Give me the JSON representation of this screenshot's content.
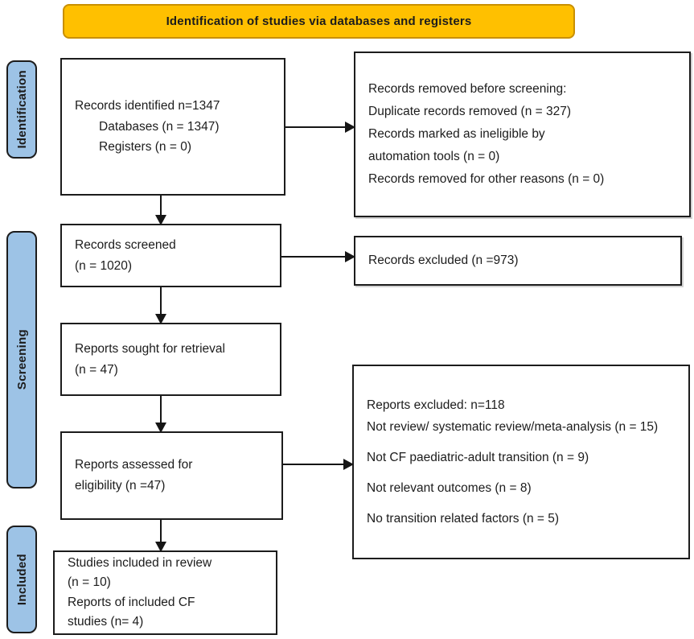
{
  "banner": {
    "label": "Identification of studies via databases and registers"
  },
  "stages": {
    "identification": "Identification",
    "screening": "Screening",
    "included": "Included"
  },
  "boxes": {
    "records_identified": {
      "lines": [
        "Records identified n=1347",
        "Databases (n = 1347)",
        "Registers (n = 0)"
      ]
    },
    "records_removed": {
      "lines": [
        "Records removed before screening:",
        "Duplicate records removed (n = 327)",
        "Records marked as ineligible by automation tools (n = 0)",
        "Records removed for other reasons (n = 0)"
      ]
    },
    "records_screened": {
      "lines": [
        "Records screened",
        "(n = 1020)"
      ]
    },
    "records_excluded": {
      "lines": [
        "Records excluded (n =973)"
      ]
    },
    "reports_sought": {
      "lines": [
        "Reports sought for retrieval",
        "(n = 47)"
      ]
    },
    "reports_assessed": {
      "lines": [
        "Reports assessed for",
        "eligibility (n =47)"
      ]
    },
    "reports_excluded": {
      "lines": [
        "Reports excluded: n=118",
        "Not review/ systematic review/meta-analysis (n = 15)",
        "Not CF paediatric-adult transition (n = 9)",
        "Not relevant outcomes (n = 8)",
        "No transition related factors (n = 5)"
      ]
    },
    "studies_included": {
      "lines": [
        "Studies included in review",
        "(n = 10)",
        "Reports of included CF",
        "studies (n= 4)"
      ]
    }
  },
  "colors": {
    "banner_fill": "#FFC000",
    "banner_border": "#C98F00",
    "stage_fill": "#9DC3E6",
    "box_border": "#1c1c1c",
    "arrow": "#151515"
  }
}
